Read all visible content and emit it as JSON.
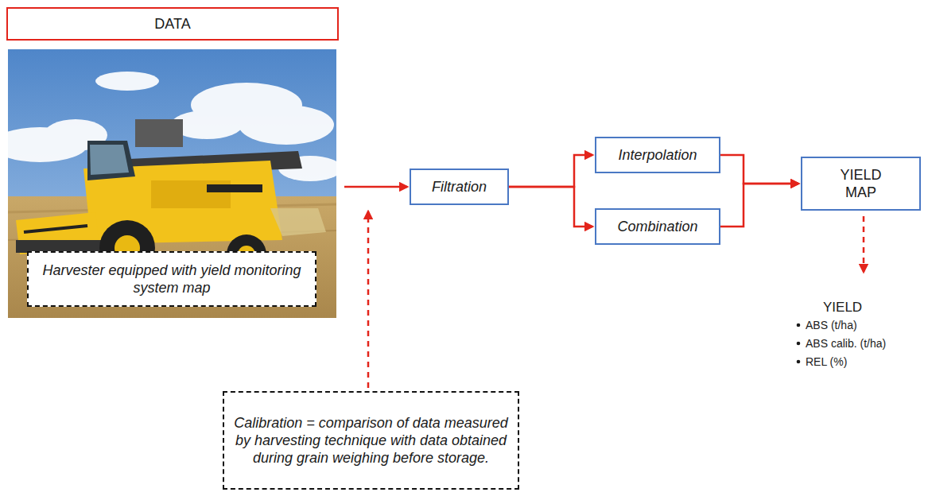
{
  "diagram": {
    "nodes": [
      {
        "text": [
          "DATA"
        ]
      },
      {
        "text": [
          "Harvester equipped with yield monitoring system map"
        ]
      },
      {
        "text": [
          "Filtration"
        ]
      },
      {
        "text": [
          "Interpolation"
        ]
      },
      {
        "text": [
          "Combination"
        ]
      },
      {
        "text": [
          "YIELD MAP"
        ]
      },
      {
        "text": [
          "Calibration = comparison of data measured by harvesting technique with data obtained during grain weighing before storage."
        ]
      }
    ],
    "edges": [
      {
        "from": 1,
        "to": 2,
        "arrow": "to"
      },
      {
        "from": 2,
        "to": 3,
        "arrow": "to"
      },
      {
        "from": 2,
        "to": 4,
        "arrow": "to"
      },
      {
        "from": 3,
        "to": 5,
        "arrow": "to"
      },
      {
        "from": 4,
        "to": 5,
        "arrow": "to"
      }
    ],
    "labels": [
      "YIELD",
      "ABS (t/ha)",
      "ABS calib. (t/ha)",
      "REL (%)"
    ]
  }
}
